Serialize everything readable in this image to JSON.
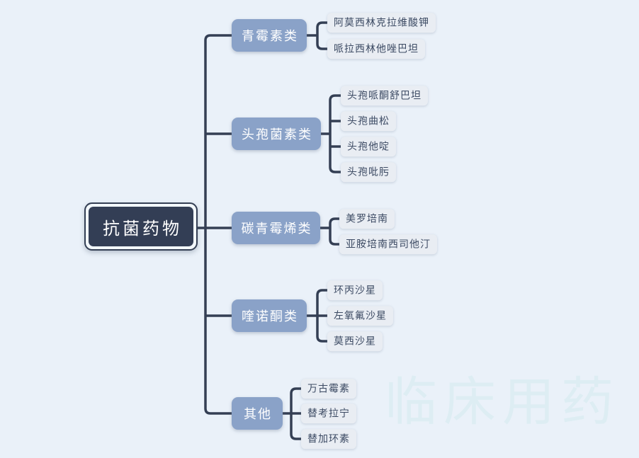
{
  "colors": {
    "background": "#eaf1f9",
    "line": "#343f54",
    "root_bg": "#333e55",
    "branch_bg": "#8aa2c8",
    "leaf_bg": "#e9edf3",
    "leaf_text": "#3c4a63",
    "watermark": "#ddedf3"
  },
  "watermark": {
    "text": "临床用药"
  },
  "mindmap": {
    "root": {
      "label": "抗菌药物"
    },
    "branches": [
      {
        "label": "青霉素类",
        "children": [
          "阿莫西林克拉维酸钾",
          "哌拉西林他唑巴坦"
        ]
      },
      {
        "label": "头孢菌素类",
        "children": [
          "头孢哌酮舒巴坦",
          "头孢曲松",
          "头孢他啶",
          "头孢吡肟"
        ]
      },
      {
        "label": "碳青霉烯类",
        "children": [
          "美罗培南",
          "亚胺培南西司他汀"
        ]
      },
      {
        "label": "喹诺酮类",
        "children": [
          "环丙沙星",
          "左氧氟沙星",
          "莫西沙星"
        ]
      },
      {
        "label": "其他",
        "children": [
          "万古霉素",
          "替考拉宁",
          "替加环素"
        ]
      }
    ]
  }
}
